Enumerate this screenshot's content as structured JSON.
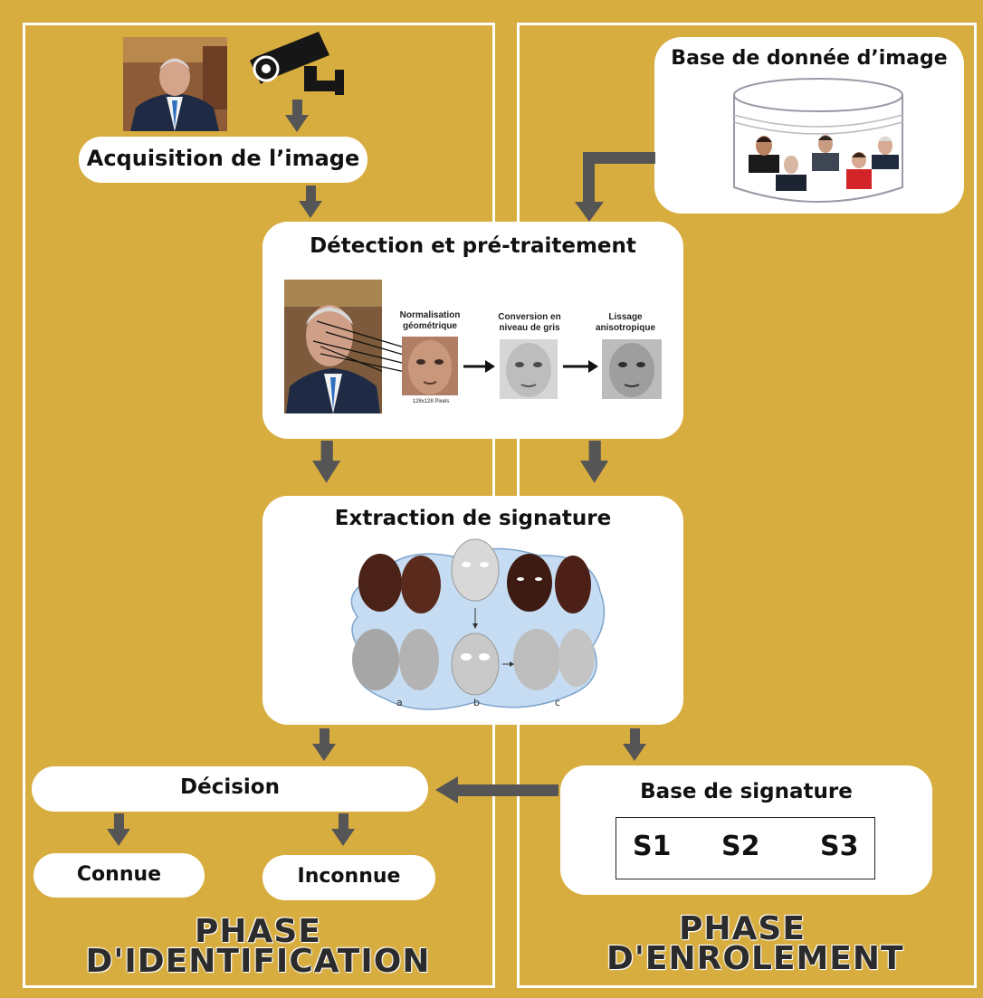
{
  "identification": {
    "acquisition": "Acquisition de l’image",
    "decision": "Décision",
    "outcomes": [
      "Connue",
      "Inconnue"
    ],
    "phase_title_line1": "PHASE",
    "phase_title_line2": "D'IDENTIFICATION"
  },
  "enrolement": {
    "database": "Base de donnée d’image",
    "signature_base": "Base de signature",
    "signatures": [
      "S1",
      "S2",
      "S3"
    ],
    "phase_title_line1": "PHASE",
    "phase_title_line2": "D'ENROLEMENT"
  },
  "preprocessing": {
    "title": "Détection et pré-traitement",
    "steps": [
      {
        "line1": "Normalisation",
        "line2": "géométrique"
      },
      {
        "line1": "Conversion en",
        "line2": "niveau de gris"
      },
      {
        "line1": "Lissage",
        "line2": "anisotropique"
      }
    ],
    "size_note": "128x128 Pixels"
  },
  "extraction": {
    "title": "Extraction de signature",
    "panel_labels": [
      "a",
      "b",
      "c"
    ]
  },
  "colors": {
    "background": "#d8ad3f",
    "box": "#ffffff",
    "arrow": "#555555"
  }
}
